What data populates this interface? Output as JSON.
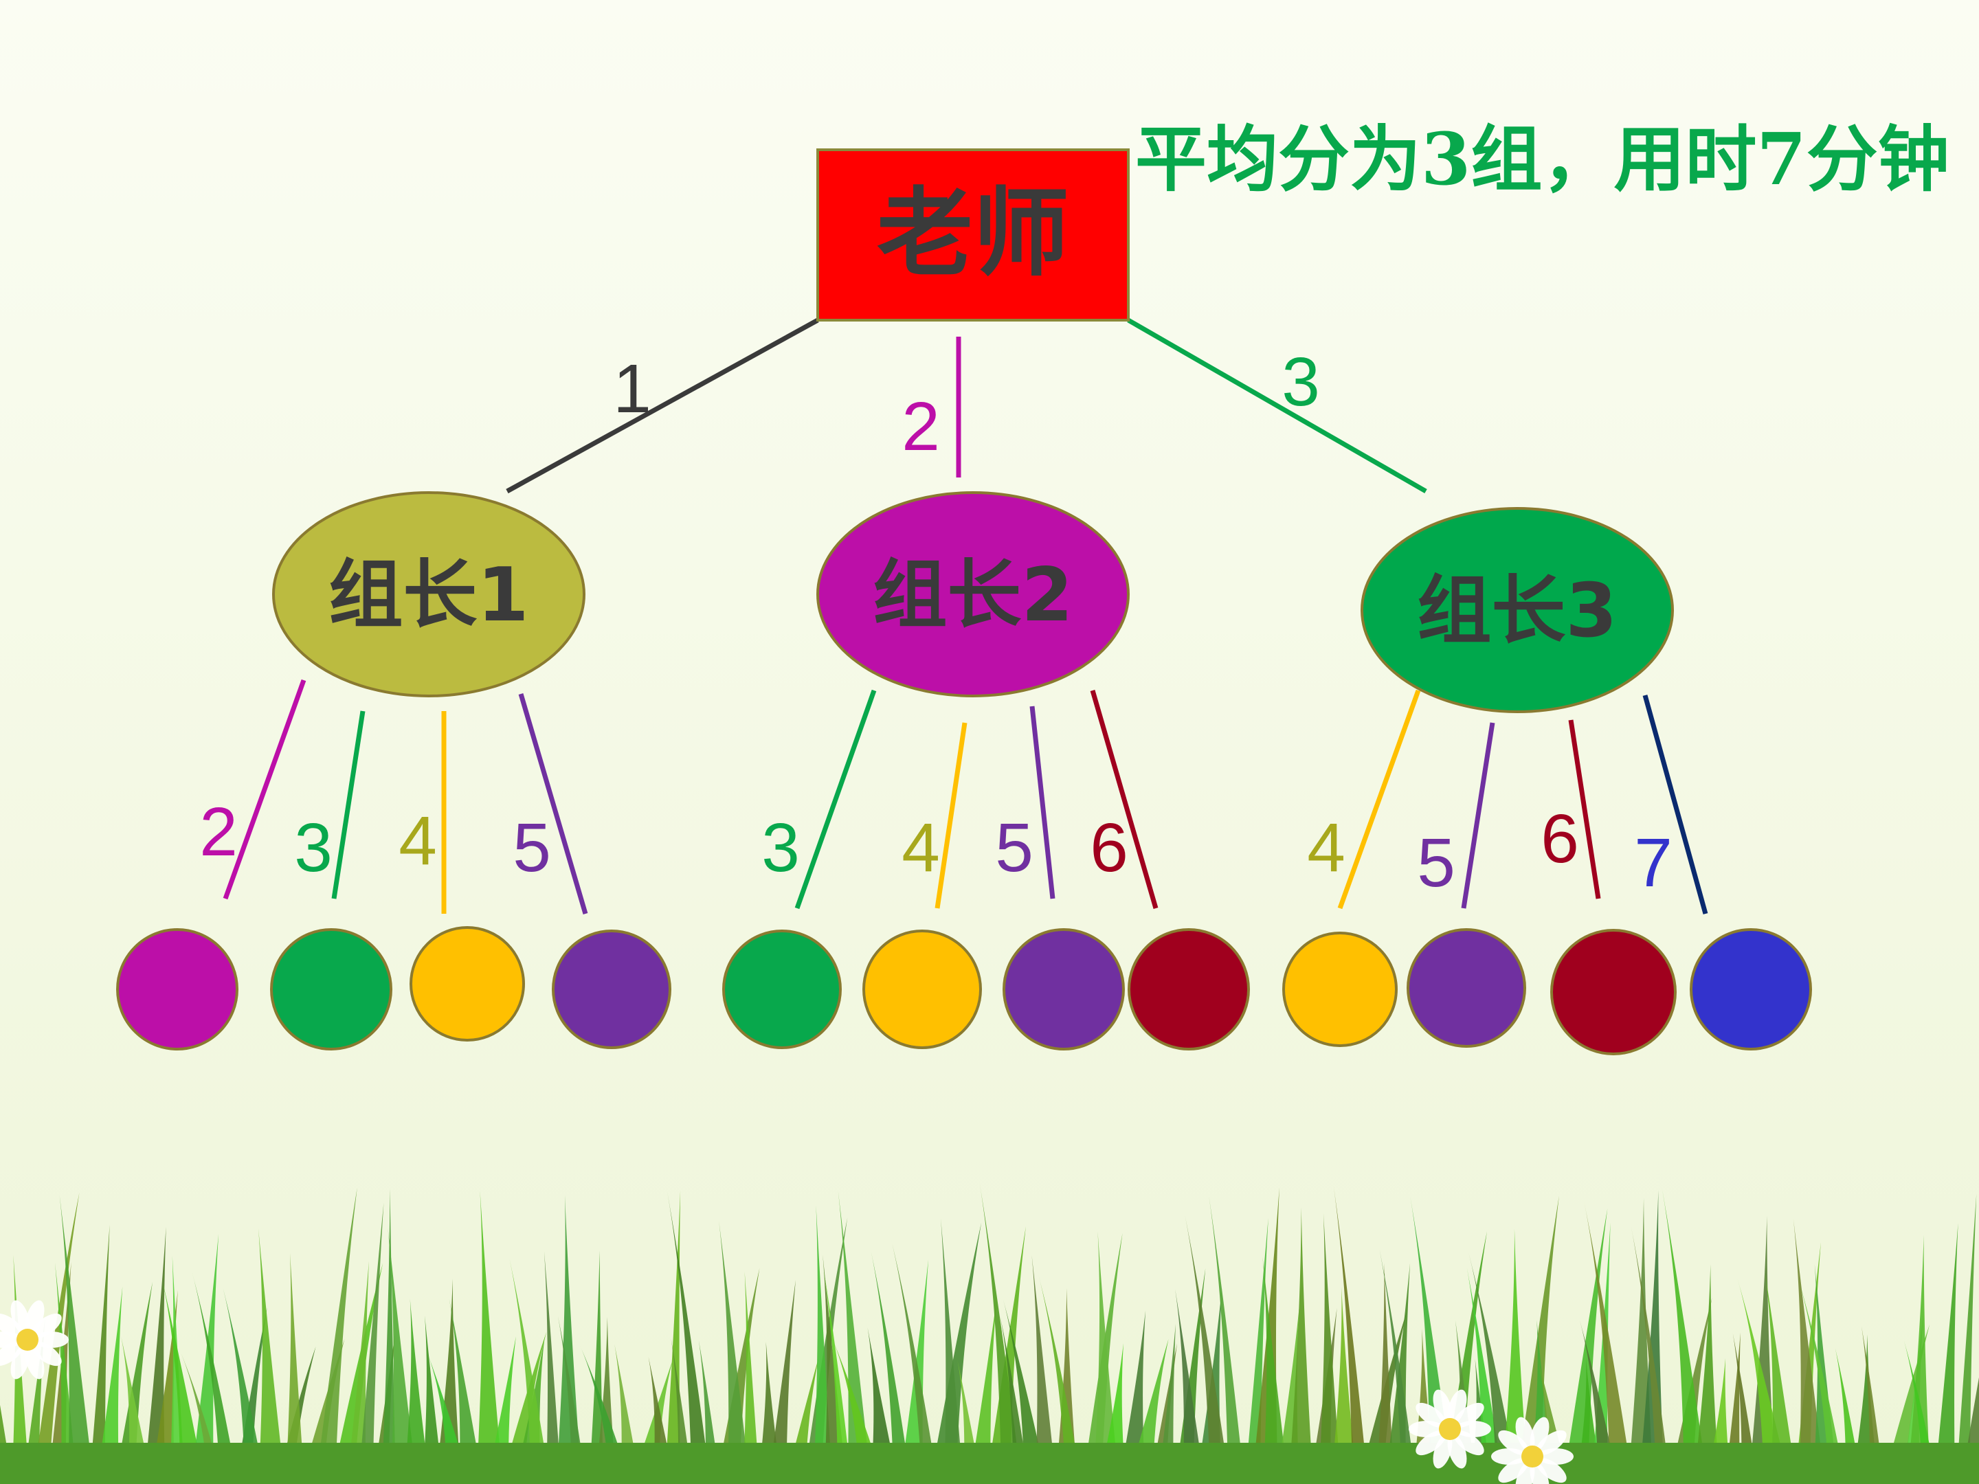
{
  "caption": "平均分为3组，用时7分钟",
  "root": {
    "label": "老师",
    "color": "#ff0000"
  },
  "groups": [
    {
      "label": "组长1",
      "color": "#bbbb40",
      "edge_number": "1",
      "edge_color": "#3a3a3a",
      "members": [
        {
          "number": "2",
          "color": "#bc0fa8"
        },
        {
          "number": "3",
          "color": "#08a84c"
        },
        {
          "number": "4",
          "color": "#a8a81c",
          "line_color": "#ffc000",
          "fill": "#ffc000"
        },
        {
          "number": "5",
          "color": "#7030a0"
        }
      ]
    },
    {
      "label": "组长2",
      "color": "#bc0fa8",
      "edge_number": "2",
      "edge_color": "#bc0fa8",
      "members": [
        {
          "number": "3",
          "color": "#08a84c"
        },
        {
          "number": "4",
          "color": "#a8a81c",
          "line_color": "#ffc000",
          "fill": "#ffc000"
        },
        {
          "number": "5",
          "color": "#7030a0"
        },
        {
          "number": "6",
          "color": "#a0001e"
        }
      ]
    },
    {
      "label": "组长3",
      "color": "#00a84c",
      "edge_number": "3",
      "edge_color": "#08a84c",
      "members": [
        {
          "number": "4",
          "color": "#a8a81c",
          "line_color": "#ffc000",
          "fill": "#ffc000"
        },
        {
          "number": "5",
          "color": "#7030a0"
        },
        {
          "number": "6",
          "color": "#a0001e"
        },
        {
          "number": "7",
          "color": "#3333cc",
          "line_color": "#0a2a6e"
        }
      ]
    }
  ],
  "theme": {
    "caption_color": "#08a84c",
    "background_top": "#fbfdf3",
    "background_bottom": "#eef5d8",
    "grass_color": "#7cc34a"
  }
}
